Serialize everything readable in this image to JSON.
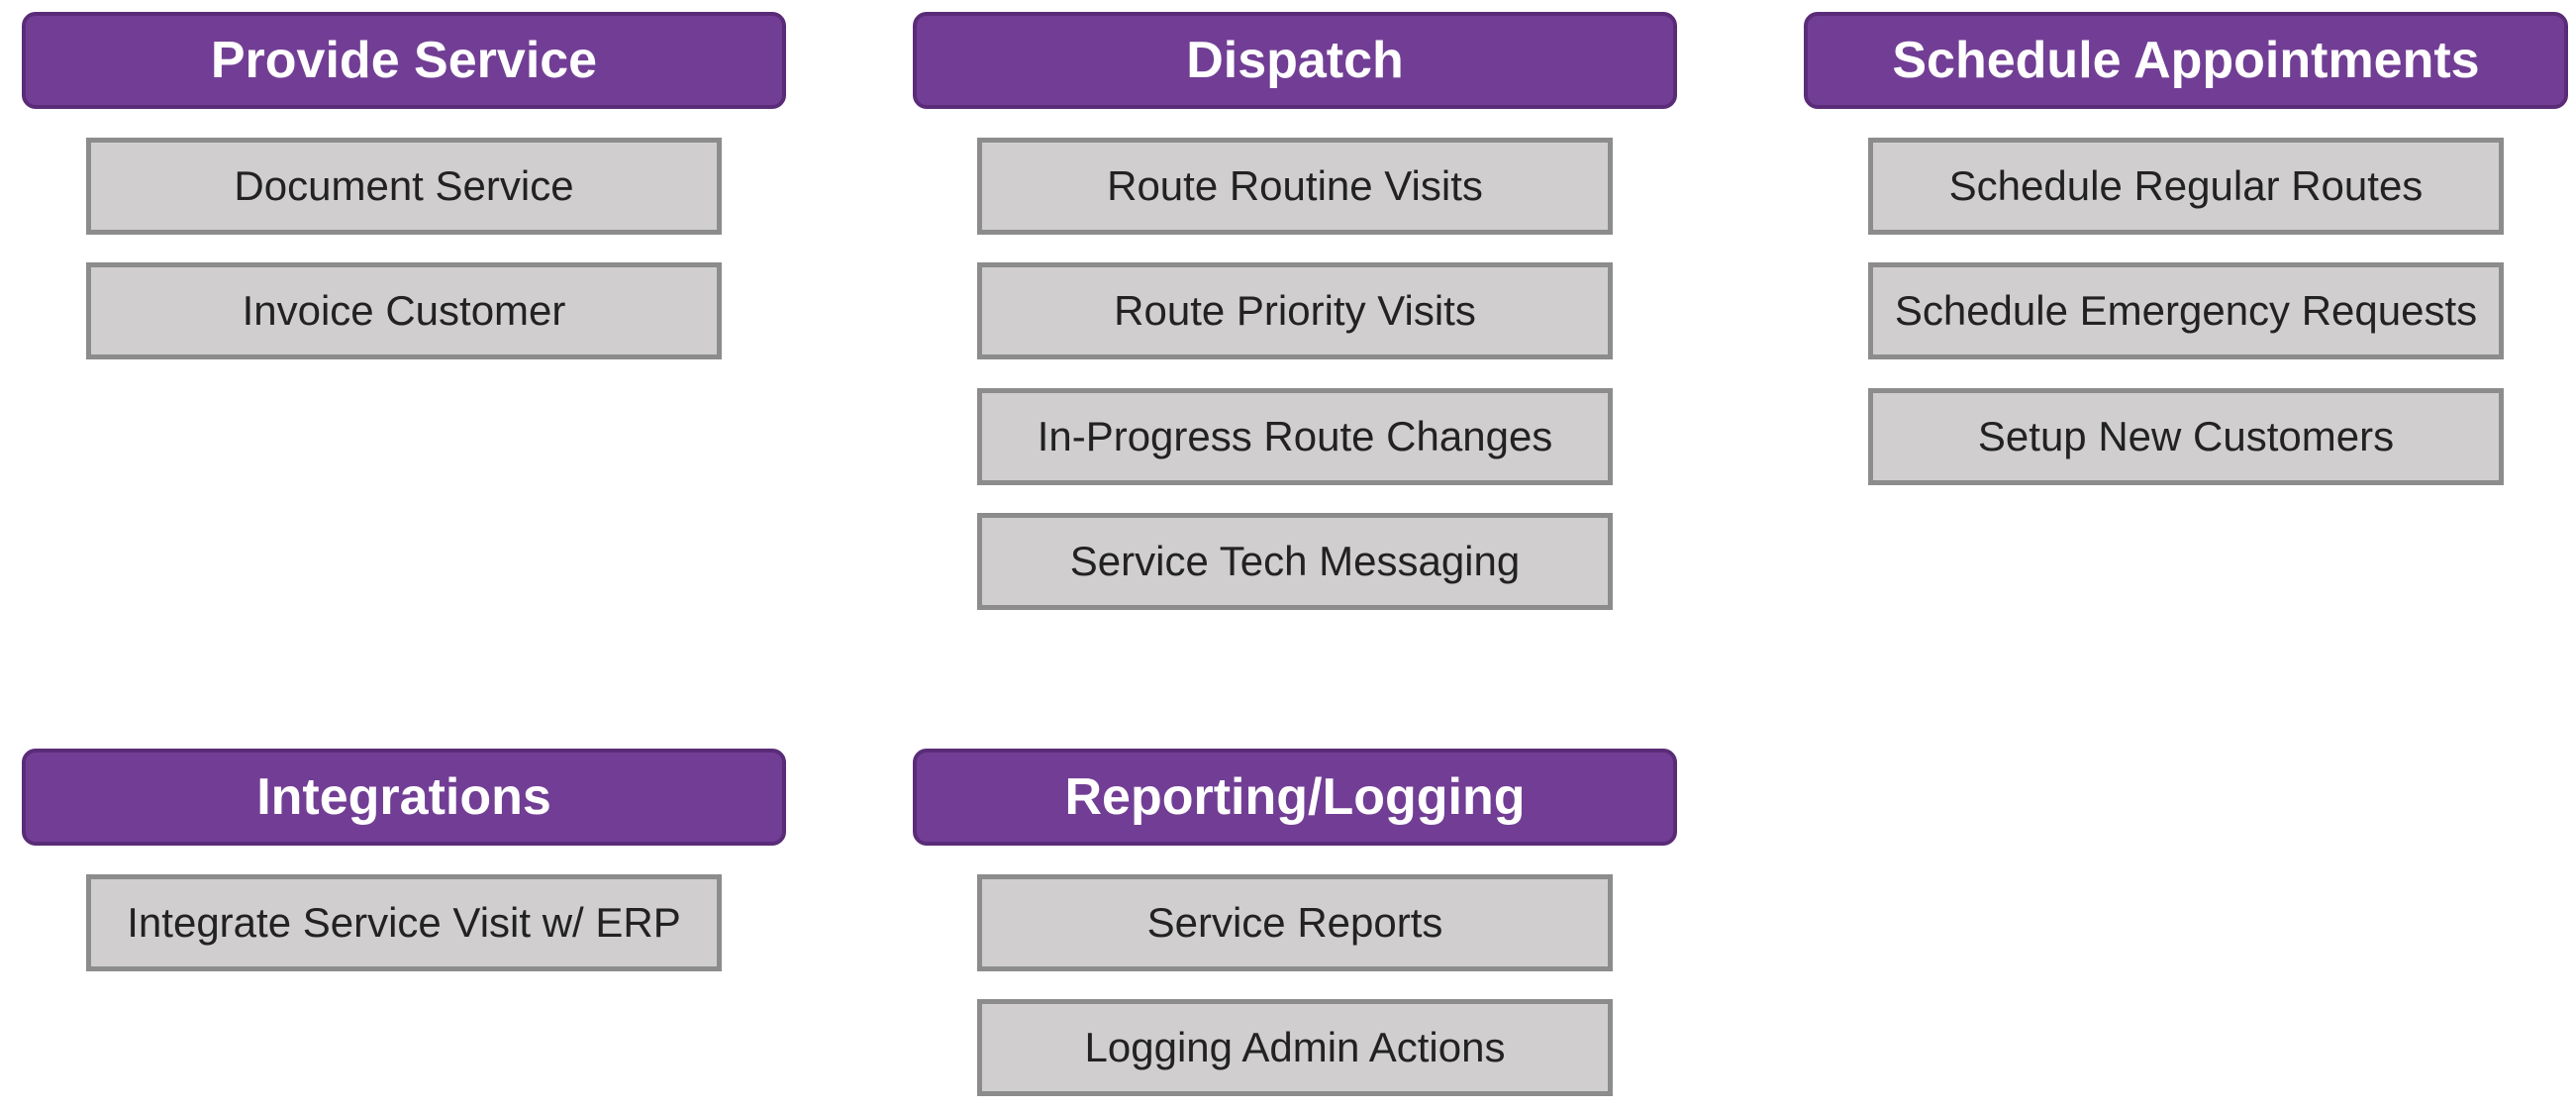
{
  "groups": [
    {
      "title": "Provide Service",
      "items": [
        "Document Service",
        "Invoice Customer"
      ]
    },
    {
      "title": "Dispatch",
      "items": [
        "Route Routine Visits",
        "Route Priority Visits",
        "In-Progress Route Changes",
        "Service Tech Messaging"
      ]
    },
    {
      "title": "Schedule Appointments",
      "items": [
        "Schedule Regular Routes",
        "Schedule Emergency Requests",
        "Setup New Customers"
      ]
    },
    {
      "title": "Integrations",
      "items": [
        "Integrate Service Visit w/ ERP"
      ]
    },
    {
      "title": "Reporting/Logging",
      "items": [
        "Service Reports",
        "Logging Admin Actions"
      ]
    }
  ],
  "colors": {
    "header_fill": "#723e95",
    "header_border": "#5a2c78",
    "item_fill": "#d0cece",
    "item_border": "#8c8c8c"
  }
}
